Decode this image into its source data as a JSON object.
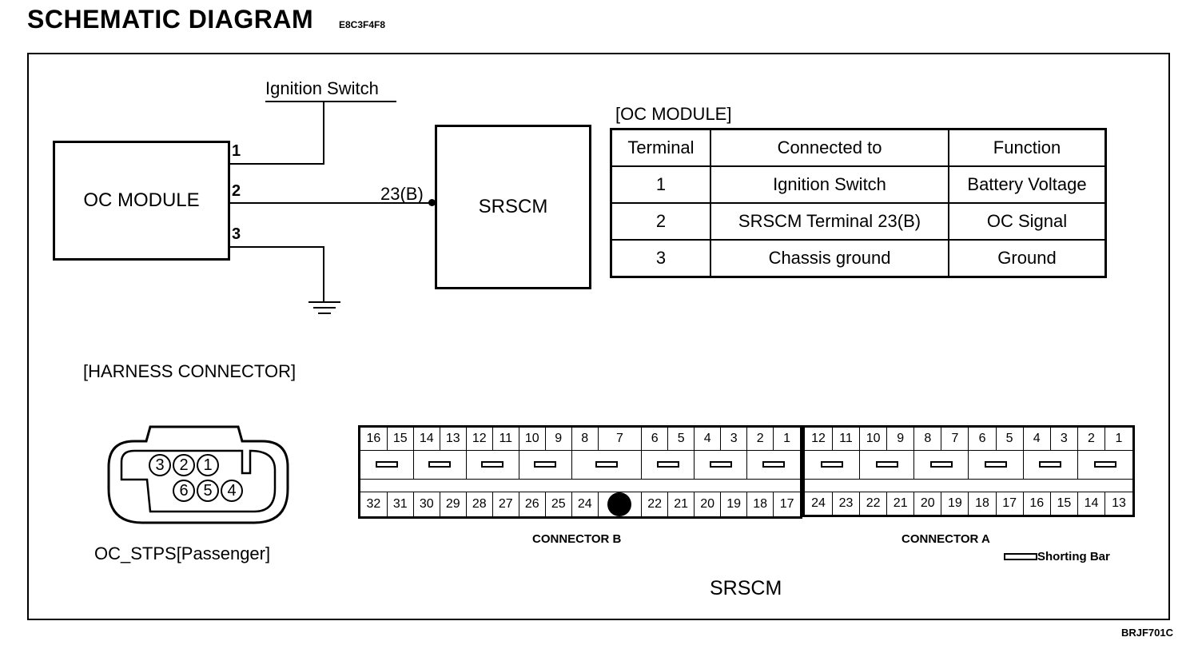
{
  "header": {
    "title": "SCHEMATIC  DIAGRAM",
    "code": "E8C3F4F8"
  },
  "footer": {
    "code": "BRJF701C"
  },
  "schematic": {
    "ignition_label": "Ignition Switch",
    "oc_module_label": "OC MODULE",
    "srscm_label": "SRSCM",
    "pins": [
      "1",
      "2",
      "3"
    ],
    "srscm_terminal": "23(B)"
  },
  "oc_table": {
    "title": "[OC MODULE]",
    "headers": [
      "Terminal",
      "Connected to",
      "Function"
    ],
    "rows": [
      [
        "1",
        "Ignition Switch",
        "Battery Voltage"
      ],
      [
        "2",
        "SRSCM Terminal 23(B)",
        "OC Signal"
      ],
      [
        "3",
        "Chassis ground",
        "Ground"
      ]
    ]
  },
  "harness": {
    "title": "[HARNESS CONNECTOR]",
    "passenger_label": "OC_STPS[Passenger]",
    "top_pins": [
      "3",
      "2",
      "1"
    ],
    "bottom_pins": [
      "6",
      "5",
      "4"
    ]
  },
  "connector_b": {
    "label": "CONNECTOR B",
    "top": [
      "16",
      "15",
      "14",
      "13",
      "12",
      "11",
      "10",
      "9",
      "8",
      "7",
      "6",
      "5",
      "4",
      "3",
      "2",
      "1"
    ],
    "bottom": [
      "32",
      "31",
      "30",
      "29",
      "28",
      "27",
      "26",
      "25",
      "24",
      "",
      "22",
      "21",
      "20",
      "19",
      "18",
      "17"
    ]
  },
  "connector_a": {
    "label": "CONNECTOR A",
    "top": [
      "12",
      "11",
      "10",
      "9",
      "8",
      "7",
      "6",
      "5",
      "4",
      "3",
      "2",
      "1"
    ],
    "bottom": [
      "24",
      "23",
      "22",
      "21",
      "20",
      "19",
      "18",
      "17",
      "16",
      "15",
      "14",
      "13"
    ]
  },
  "legend": {
    "shorting_bar": "Shorting Bar"
  },
  "srscm_caption": "SRSCM"
}
